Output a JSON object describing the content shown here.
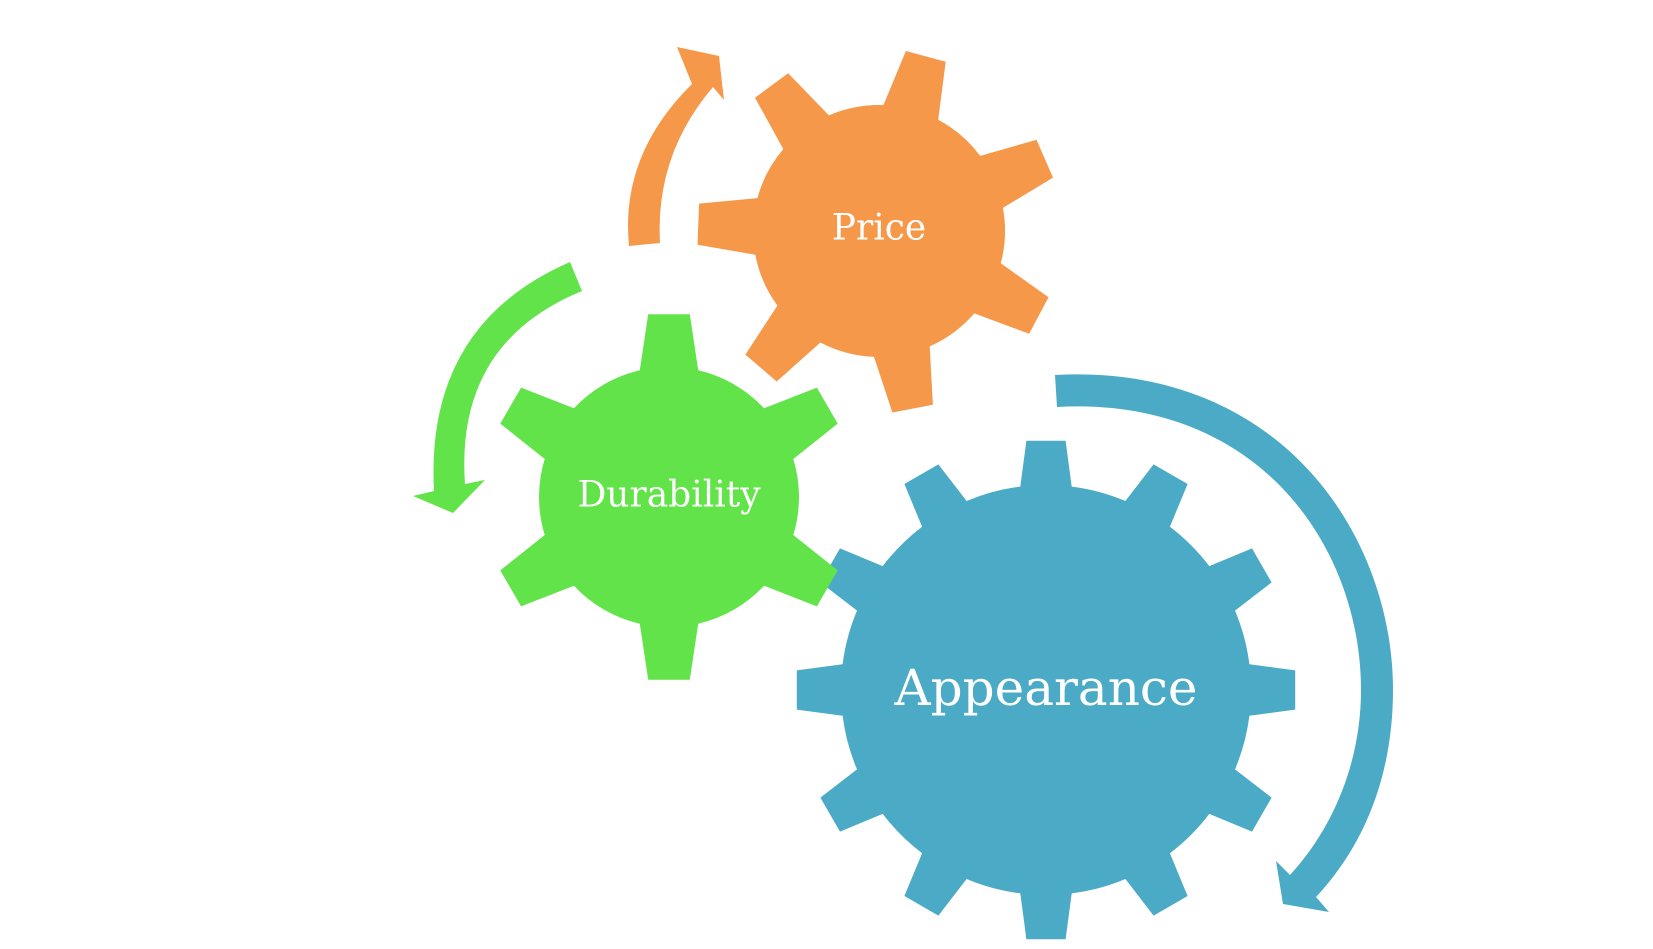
{
  "diagram": {
    "gears": {
      "price": {
        "label": "Price",
        "color": "#F5984A"
      },
      "durability": {
        "label": "Durability",
        "color": "#62E34A"
      },
      "appearance": {
        "label": "Appearance",
        "color": "#4BAAC6"
      }
    },
    "arrows": {
      "price": {
        "color": "#F5984A",
        "icon": "curved-arrow-up-right"
      },
      "durability": {
        "color": "#62E34A",
        "icon": "curved-arrow-down"
      },
      "appearance": {
        "color": "#4BAAC6",
        "icon": "curved-arrow-down-left"
      }
    }
  }
}
